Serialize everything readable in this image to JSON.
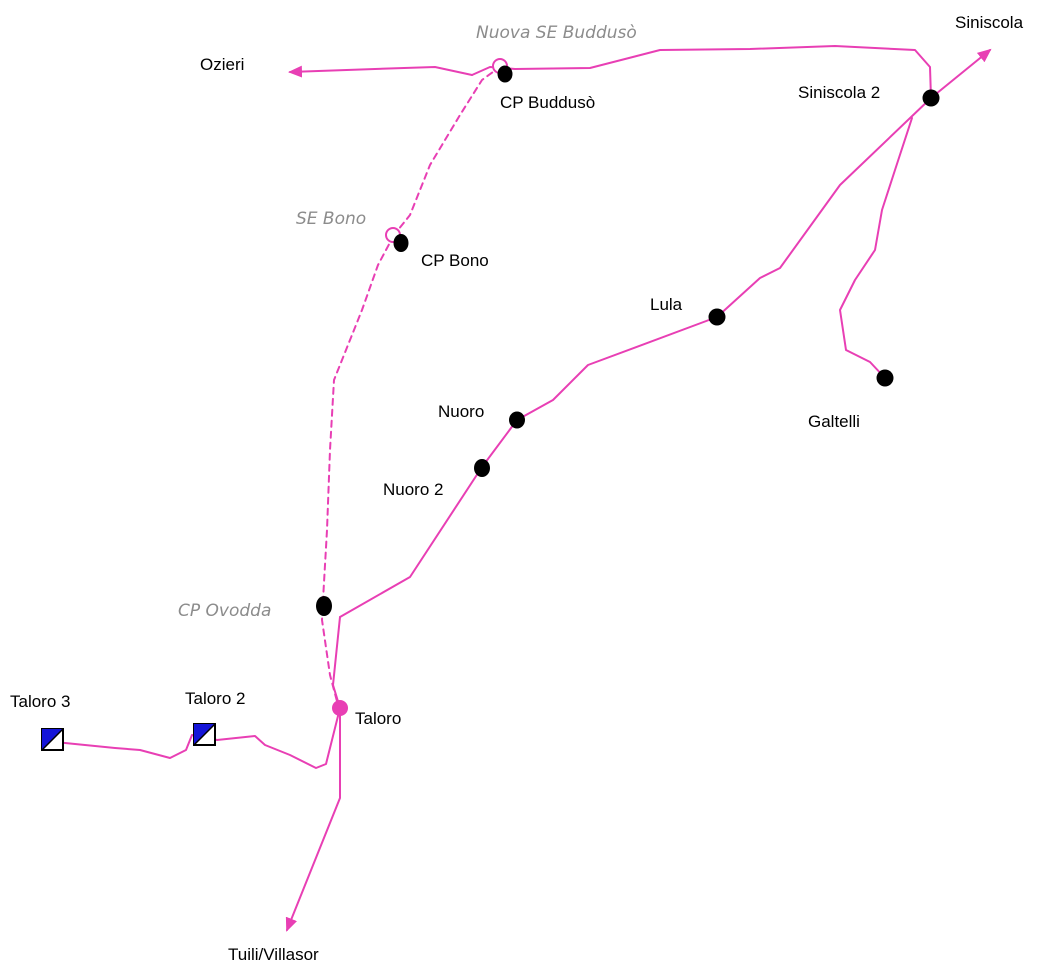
{
  "colors": {
    "line": "#e83fb4",
    "substation": "#000000",
    "hub": "#e83fb4",
    "planned_text": "#8c8c8c",
    "plant_fill": "#1414d8"
  },
  "substations": {
    "siniscola2": "Siniscola 2",
    "galtelli": "Galtelli",
    "lula": "Lula",
    "nuoro": "Nuoro",
    "nuoro2": "Nuoro 2",
    "cp_bono": "CP Bono",
    "cp_buddusò": "CP Buddusò",
    "taloro": "Taloro"
  },
  "planned": {
    "nuova_se_buddusò": "Nuova SE Buddusò",
    "se_bono": "SE Bono",
    "cp_ovodda": "CP Ovodda"
  },
  "plants": {
    "taloro2": "Taloro 2",
    "taloro3": "Taloro 3"
  },
  "destinations": {
    "ozieri": "Ozieri",
    "siniscola": "Siniscola",
    "tuili_villasor": "Tuili/Villasor"
  }
}
